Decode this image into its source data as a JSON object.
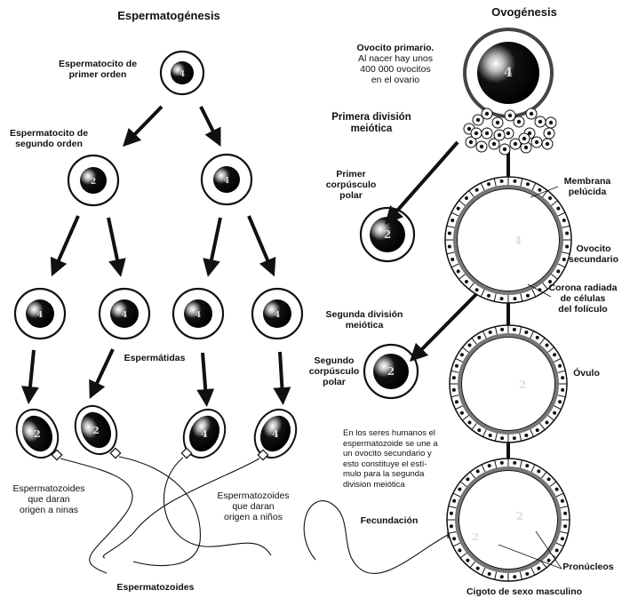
{
  "sections": {
    "spermatogenesis": {
      "title": "Espermatogénesis",
      "labels": {
        "primary": "Espermatocito de\nprimer orden",
        "secondary": "Espermatocito de\nsegundo orden",
        "spermatids": "Espermátidas",
        "girls": "Espermatozoides\nque daran\norigen a ninas",
        "boys": "Espermatozoides\nque daran\norigen a niños",
        "sperm": "Espermatozoides"
      },
      "chromosome_marks": {
        "primary": "4",
        "secondary_left": "2",
        "secondary_right": "4",
        "spermatids": [
          "4",
          "4",
          "4",
          "4"
        ],
        "sperm": [
          "2",
          "2",
          "4",
          "4"
        ]
      }
    },
    "oogenesis": {
      "title": "Ovogénesis",
      "labels": {
        "primary_oocyte_title": "Ovocito primario.",
        "primary_oocyte_note": "Al nacer hay unos\n400 000 ovocitos\nen el ovario",
        "first_division": "Primera división\nmeiótica",
        "first_polar": "Primer\ncorpúsculo\npolar",
        "zona": "Membrana\npelúcida",
        "secondary_oocyte": "Ovocito\nsecundario",
        "corona": "Corona radiada\nde células\ndel folículo",
        "second_division": "Segunda división\nmeiótica",
        "second_polar": "Segundo\ncorpúsculo\npolar",
        "ovum": "Óvulo",
        "note": "En los seres humanos el\nespermatozoide se une a\nun ovocito secundario y\nesto constituye el estí-\nmulo para la segunda\ndivision meiótica",
        "fertilization": "Fecundación",
        "pronuclei": "Pronúcleos",
        "zygote": "Cigoto de sexo masculino"
      },
      "chromosome_marks": {
        "primary": "4",
        "first_polar": "2",
        "secondary_oocyte": "4",
        "second_polar": "2",
        "ovum": "2",
        "pronucleus_female": "2",
        "pronucleus_male": "2"
      }
    }
  },
  "colors": {
    "ink": "#111111",
    "paper": "#ffffff",
    "membrane": "#777777"
  }
}
